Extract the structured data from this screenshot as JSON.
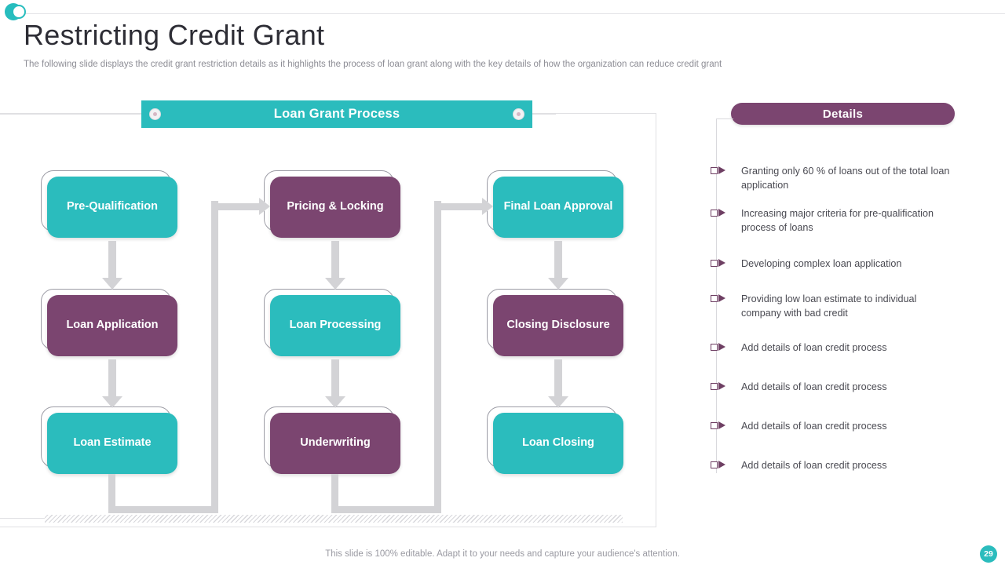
{
  "header": {
    "title": "Restricting Credit Grant",
    "subtitle": "The following slide displays the credit grant restriction details as it highlights the process of loan grant along with the key details of how the organization can reduce credit grant",
    "logo_icon": "half-circle-logo-icon"
  },
  "diagram": {
    "banner_label": "Loan Grant Process",
    "nodes": [
      {
        "id": "pre-qualification",
        "label": "Pre-Qualification",
        "color": "teal",
        "col": 0,
        "row": 0
      },
      {
        "id": "loan-application",
        "label": "Loan Application",
        "color": "purple",
        "col": 0,
        "row": 1
      },
      {
        "id": "loan-estimate",
        "label": "Loan Estimate",
        "color": "teal",
        "col": 0,
        "row": 2
      },
      {
        "id": "pricing-locking",
        "label": "Pricing & Locking",
        "color": "purple",
        "col": 1,
        "row": 0
      },
      {
        "id": "loan-processing",
        "label": "Loan Processing",
        "color": "teal",
        "col": 1,
        "row": 1
      },
      {
        "id": "underwriting",
        "label": "Underwriting",
        "color": "purple",
        "col": 1,
        "row": 2
      },
      {
        "id": "final-loan-approval",
        "label": "Final Loan Approval",
        "color": "teal",
        "col": 2,
        "row": 0
      },
      {
        "id": "closing-disclosure",
        "label": "Closing Disclosure",
        "color": "purple",
        "col": 2,
        "row": 1
      },
      {
        "id": "loan-closing",
        "label": "Loan Closing",
        "color": "teal",
        "col": 2,
        "row": 2
      }
    ]
  },
  "details": {
    "heading": "Details",
    "items": [
      "Granting only 60 % of loans out of the total loan application",
      "Increasing major criteria for pre-qualification process of loans",
      "Developing complex loan application",
      "Providing low loan estimate to individual company with bad credit",
      "Add details of loan credit process",
      "Add details of loan credit process",
      "Add details of loan credit process",
      "Add details of loan credit process"
    ]
  },
  "footer": {
    "note": "This slide is 100% editable. Adapt it to your needs and capture your audience's attention.",
    "page_number": "29"
  },
  "colors": {
    "teal": "#2bbcbd",
    "purple": "#7b4570",
    "arrow_gray": "#d3d3d6",
    "text_dark": "#2d2d35",
    "text_muted": "#8d8d95"
  }
}
